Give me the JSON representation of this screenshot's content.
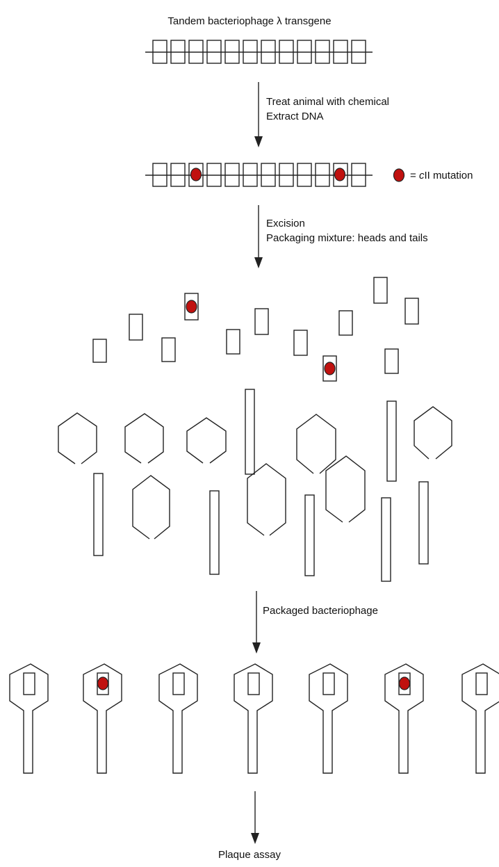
{
  "title": "Tandem bacteriophage λ transgene",
  "steps": [
    {
      "lines": [
        "Treat animal with chemical",
        "Extract DNA"
      ]
    },
    {
      "lines": [
        "Excision",
        "Packaging mixture: heads and tails"
      ]
    },
    {
      "lines": [
        "Packaged bacteriophage"
      ]
    }
  ],
  "legend": {
    "prefix": "= ",
    "italic": "c",
    "rest": "II mutation"
  },
  "final_label": "Plaque assay",
  "colors": {
    "mutation": "#c0110f",
    "line": "#222222"
  }
}
